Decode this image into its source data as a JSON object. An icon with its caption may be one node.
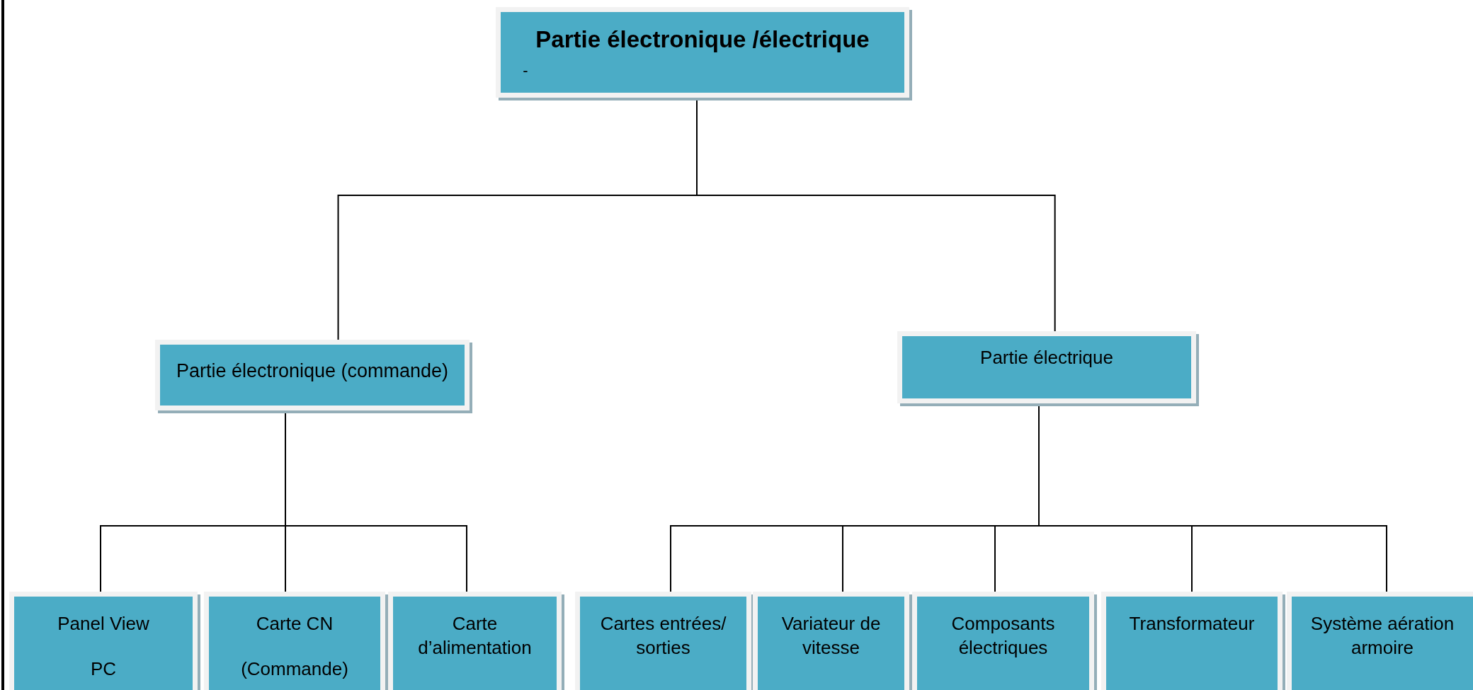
{
  "diagram": {
    "nodes": [
      {
        "text": [
          "Partie électronique /électrique",
          "-"
        ]
      },
      {
        "text": [
          "Partie électronique (commande)"
        ]
      },
      {
        "text": [
          "Partie électrique"
        ]
      },
      {
        "text": [
          "Panel View",
          "PC"
        ]
      },
      {
        "text": [
          "Carte CN",
          "(Commande)"
        ]
      },
      {
        "text": [
          "Carte d’alimentation"
        ]
      },
      {
        "text": [
          "Cartes entrées/ sorties"
        ]
      },
      {
        "text": [
          "Variateur de vitesse"
        ]
      },
      {
        "text": [
          "Composants électriques"
        ]
      },
      {
        "text": [
          "Transformateur"
        ]
      },
      {
        "text": [
          "Système aération armoire"
        ]
      }
    ],
    "edges": [
      {
        "from": 0,
        "to": 1,
        "arrow": "none"
      },
      {
        "from": 0,
        "to": 2,
        "arrow": "none"
      },
      {
        "from": 1,
        "to": 3,
        "arrow": "none"
      },
      {
        "from": 1,
        "to": 4,
        "arrow": "none"
      },
      {
        "from": 1,
        "to": 5,
        "arrow": "none"
      },
      {
        "from": 2,
        "to": 6,
        "arrow": "none"
      },
      {
        "from": 2,
        "to": 7,
        "arrow": "none"
      },
      {
        "from": 2,
        "to": 8,
        "arrow": "none"
      },
      {
        "from": 2,
        "to": 9,
        "arrow": "none"
      },
      {
        "from": 2,
        "to": 10,
        "arrow": "none"
      }
    ]
  }
}
